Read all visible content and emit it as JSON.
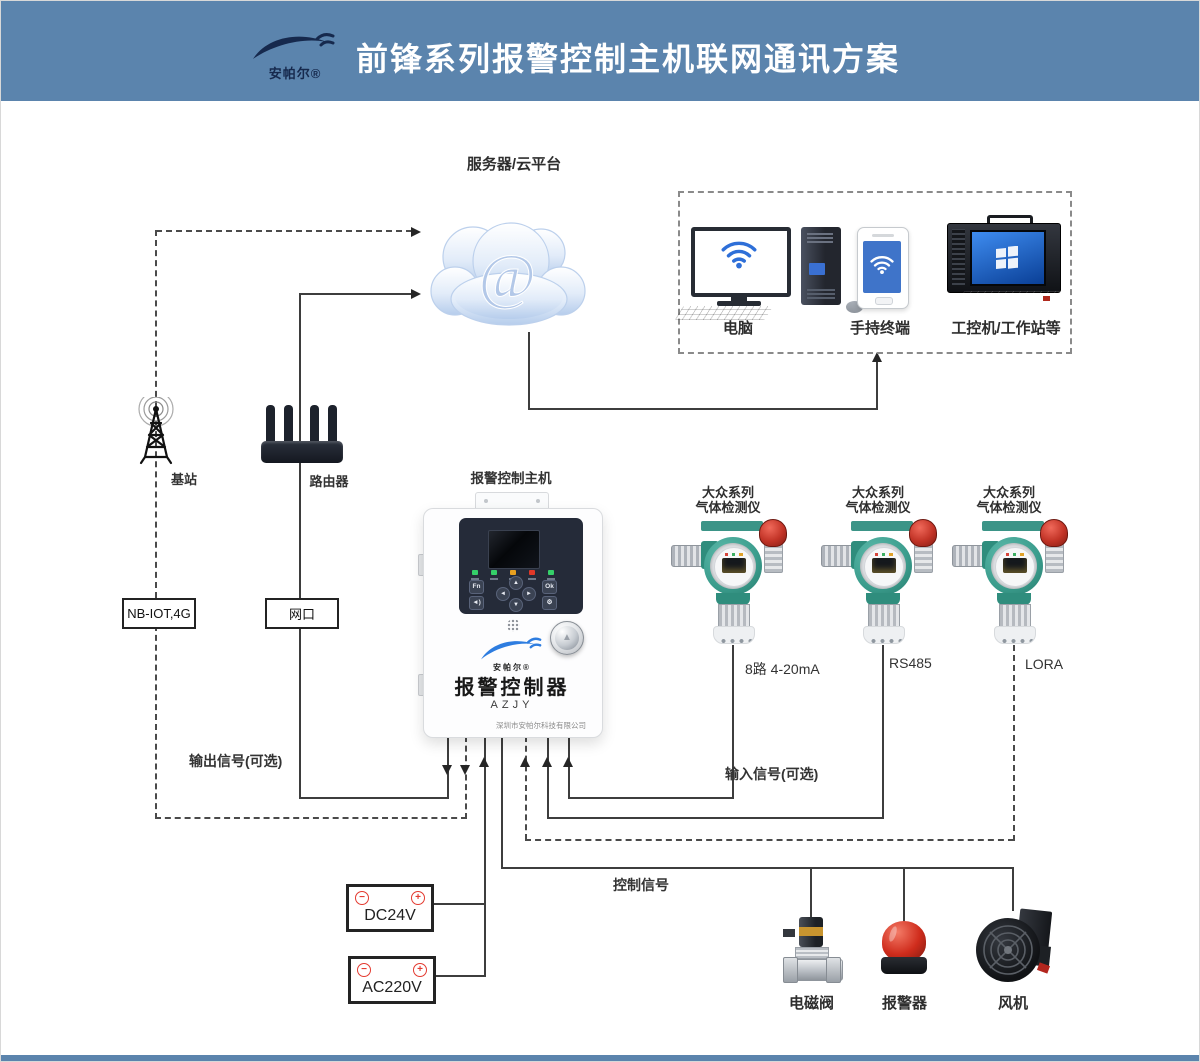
{
  "header": {
    "logo_text": "安帕尔®",
    "title": "前锋系列报警控制主机联网通讯方案"
  },
  "colors": {
    "header_bg": "#5b84ad",
    "line": "#3d3d3d",
    "detector_teal": "#3a9c8c",
    "wifi_blue": "#2e6fd8"
  },
  "cloud": {
    "label": "服务器/云平台",
    "at_symbol": "@"
  },
  "clients": {
    "items": [
      {
        "label": "电脑"
      },
      {
        "label": "手持终端"
      },
      {
        "label": "工控机/工作站等"
      }
    ]
  },
  "network": {
    "base_station_label": "基站",
    "router_label": "路由器",
    "nbiot_box_label": "NB-IOT,4G",
    "lan_box_label": "网口"
  },
  "controller": {
    "title_label": "报警控制主机",
    "panel": {
      "fn_label": "Fn",
      "ok_label": "Ok"
    },
    "brand": "安帕尔®",
    "product_name": "报警控制器",
    "model": "AZJY",
    "company": "深圳市安帕尔科技有限公司"
  },
  "detectors": {
    "units": [
      {
        "line1": "大众系列",
        "line2": "气体检测仪",
        "connection": "8路 4-20mA"
      },
      {
        "line1": "大众系列",
        "line2": "气体检测仪",
        "connection": "RS485"
      },
      {
        "line1": "大众系列",
        "line2": "气体检测仪",
        "connection": "LORA"
      }
    ]
  },
  "signals": {
    "output_label": "输出信号(可选)",
    "input_label": "输入信号(可选)",
    "control_label": "控制信号"
  },
  "power": {
    "dc_label": "DC24V",
    "ac_label": "AC220V",
    "minus_symbol": "−",
    "plus_symbol": "+"
  },
  "actuators": {
    "items": [
      {
        "label": "电磁阀"
      },
      {
        "label": "报警器"
      },
      {
        "label": "风机"
      }
    ]
  }
}
